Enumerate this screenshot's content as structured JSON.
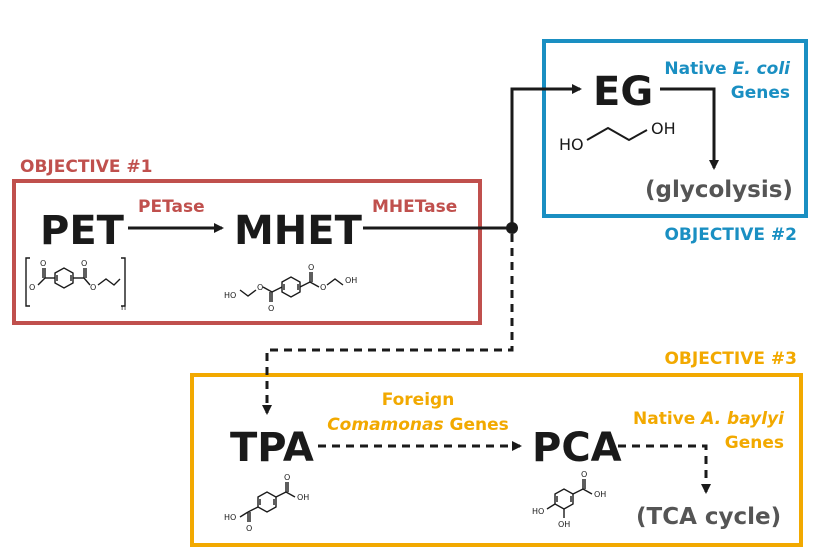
{
  "colors": {
    "objective1": "#c0504d",
    "objective2": "#1a8fc2",
    "objective3": "#f2a900",
    "text": "#1a1a1a",
    "muted": "#555555"
  },
  "objectives": {
    "o1": "OBJECTIVE #1",
    "o2": "OBJECTIVE #2",
    "o3": "OBJECTIVE #3"
  },
  "compounds": {
    "pet": "PET",
    "mhet": "MHET",
    "eg": "EG",
    "tpa": "TPA",
    "pca": "PCA"
  },
  "enzymes": {
    "petase": "PETase",
    "mhetase": "MHETase"
  },
  "genes": {
    "eg_native": "Native ",
    "eg_species": "E. coli",
    "eg_genes": "Genes",
    "tpa_foreign": "Foreign",
    "tpa_species": "Comamonas",
    "tpa_genes": " Genes",
    "pca_native": "Native ",
    "pca_species": "A. baylyi",
    "pca_genes": "Genes"
  },
  "outputs": {
    "glycolysis": "(glycolysis)",
    "tca": "(TCA cycle)"
  },
  "atoms": {
    "oh": "OH",
    "ho": "HO",
    "o": "O",
    "n": "n"
  }
}
